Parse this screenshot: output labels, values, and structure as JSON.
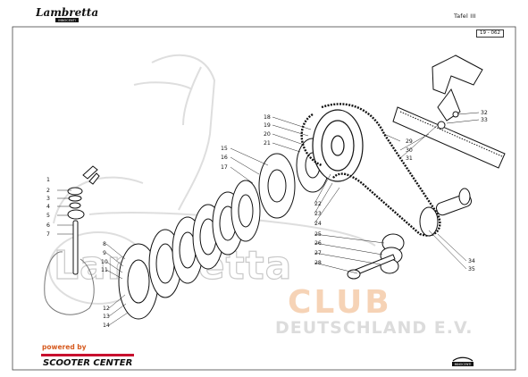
{
  "header": {
    "brand": "Lambretta",
    "brand_sub": "INNOCENTI",
    "plate": "Tafel III",
    "sheet_number": "19 - 062"
  },
  "watermark": {
    "line1": "Lambretta",
    "line2": "CLUB",
    "line3": "DEUTSCHLAND E.V."
  },
  "footer": {
    "powered_by": "powered by",
    "sponsor": "SCOOTER CENTER",
    "small_logo_text": "INNOCENTI"
  },
  "callouts": [
    "1",
    "2",
    "3",
    "4",
    "5",
    "6",
    "7",
    "8",
    "9",
    "10",
    "11",
    "12",
    "13",
    "14",
    "15",
    "16",
    "17",
    "18",
    "19",
    "20",
    "21",
    "22",
    "23",
    "24",
    "25",
    "26",
    "27",
    "28",
    "29",
    "30",
    "31",
    "32",
    "33",
    "34",
    "35"
  ]
}
